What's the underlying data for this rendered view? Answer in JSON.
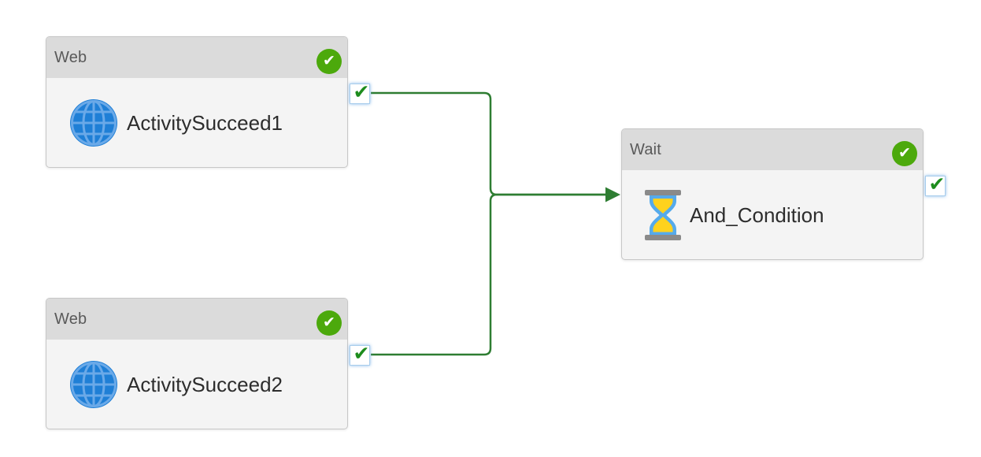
{
  "glyphs": {
    "check": "✔"
  },
  "colors": {
    "canvas_bg": "#ffffff",
    "node_header_bg": "#dbdbdb",
    "node_body_bg": "#f4f4f4",
    "node_border": "#c7c7c7",
    "header_text_gray": "#595959",
    "name_text": "#2d2d2d",
    "status_badge_green": "#4ca90c",
    "edge_green": "#2e7d32",
    "connector_check_green": "#1d8c1d",
    "connector_border_blue": "#a8cdec",
    "globe_blue": "#1f7fd6",
    "globe_line_blue": "#6aa9e8",
    "hourglass_glass_blue": "#55aaec",
    "hourglass_sand_yellow": "#ffd21e",
    "hourglass_cap_gray": "#8a8a8a"
  },
  "nodes": [
    {
      "type_label": "Web",
      "name": "ActivitySucceed1",
      "icon": "globe-icon",
      "status": "succeeded"
    },
    {
      "type_label": "Web",
      "name": "ActivitySucceed2",
      "icon": "globe-icon",
      "status": "succeeded"
    },
    {
      "type_label": "Wait",
      "name": "And_Condition",
      "icon": "hourglass-icon",
      "status": "succeeded"
    }
  ],
  "edges": [
    {
      "from": "ActivitySucceed1",
      "to": "And_Condition",
      "type": "on-success"
    },
    {
      "from": "ActivitySucceed2",
      "to": "And_Condition",
      "type": "on-success"
    }
  ]
}
